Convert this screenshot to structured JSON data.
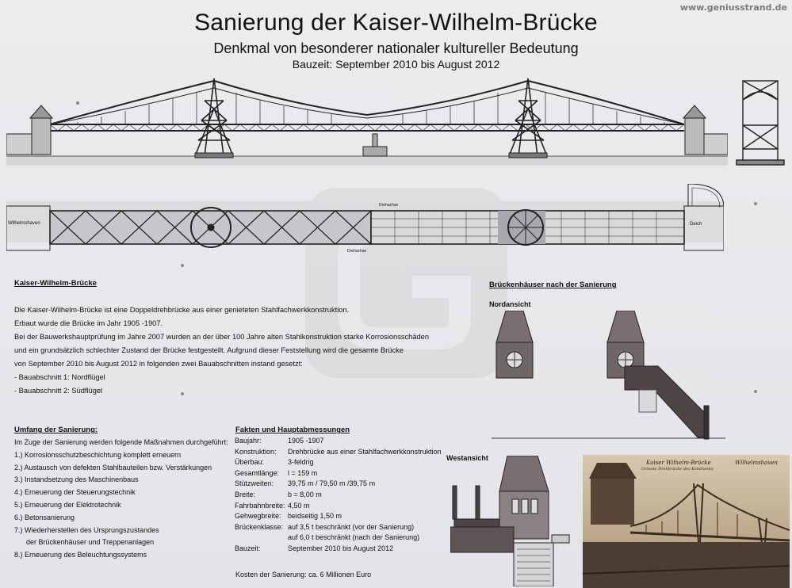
{
  "watermark": "www.geniusstrand.de",
  "header": {
    "title": "Sanierung der Kaiser-Wilhelm-Brücke",
    "subtitle": "Denkmal von besonderer nationaler kultureller Bedeutung",
    "period": "Bauzeit: September 2010 bis August 2012"
  },
  "plan_labels": {
    "left": "Wilhelmshaven",
    "right": "Deich",
    "drehachse": "Drehachse"
  },
  "intro": {
    "heading": "Kaiser-Wilhelm-Brücke",
    "lines": [
      "Die Kaiser-Wilhelm-Brücke ist eine Doppeldrehbrücke aus einer genieteten Stahlfachwerkkonstruktion.",
      "Erbaut wurde die Brücke im Jahr 1905 -1907.",
      "Bei der Bauwerkshauptprüfung im Jahre 2007 wurden an der über 100 Jahre alten Stahlkonstruktion starke Korrosionsschäden",
      "und ein grundsätzlich schlechter Zustand der Brücke festgestellt. Aufgrund dieser Feststellung wird die gesamte Brücke",
      "von September 2010 bis August 2012 in folgenden zwei Bauabschnitten instand gesetzt:",
      "- Bauabschnitt 1: Nordflügel",
      "- Bauabschnitt 2: Südflügel"
    ]
  },
  "scope": {
    "heading": "Umfang der Sanierung:",
    "intro": "Im Zuge der Sanierung werden folgende Maßnahmen durchgeführt:",
    "items": [
      "1.) Korrosionsschutzbeschichtung komplett erneuern",
      "2.) Austausch von defekten Stahlbauteilen bzw. Verstärkungen",
      "3.) Instandsetzung des Maschinenbaus",
      "4.) Erneuerung der Steuerungstechnik",
      "5.) Erneuerung der Elektrotechnik",
      "6.) Betonsanierung",
      "7.) Wiederherstellen des Ursprungszustandes",
      "      der Brückenhäuser und Treppenanlagen",
      "8.) Erneuerung des Beleuchtungssystems"
    ]
  },
  "facts": {
    "heading": "Fakten und Hauptabmessungen",
    "rows": [
      {
        "k": "Baujahr:",
        "v": "1905 -1907"
      },
      {
        "k": "Konstruktion:",
        "v": "Drehbrücke aus einer Stahlfachwerkkonstruktion"
      },
      {
        "k": "Überbau:",
        "v": "3-feldrig"
      },
      {
        "k": "Gesamtlänge:",
        "v": "l = 159 m"
      },
      {
        "k": "Stützweiten:",
        "v": "39,75 m / 79,50 m /39,75 m"
      },
      {
        "k": "Breite:",
        "v": "b = 8,00 m"
      },
      {
        "k": "Fahrbahnbreite:",
        "v": "4,50 m"
      },
      {
        "k": "Gehwegbreite:",
        "v": "beidseitig 1,50 m"
      },
      {
        "k": "Brückenklasse:",
        "v": "auf 3,5 t beschränkt (vor der Sanierung)"
      },
      {
        "k": "",
        "v": "auf 6,0 t beschränkt (nach der Sanierung)"
      },
      {
        "k": "Bauzeit:",
        "v": "September 2010 bis August 2012"
      }
    ],
    "cost_label": "Kosten der Sanierung:",
    "cost_value": "ca. 6 Millionen Euro"
  },
  "houses": {
    "heading": "Brückenhäuser nach der Sanierung",
    "north": "Nordansicht",
    "west": "Westansicht"
  },
  "photo": {
    "caption1": "Kaiser Wilhelm-Brücke",
    "caption2": "Grösste Drehbrücke des Kontinents",
    "caption3": "Wilhelmshaven"
  }
}
